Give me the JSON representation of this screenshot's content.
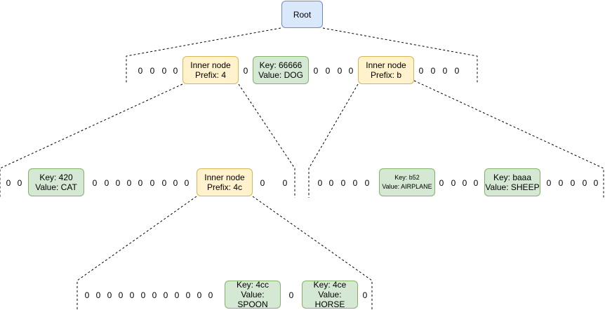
{
  "root": {
    "label": "Root"
  },
  "level1_left": {
    "zeros_left": [
      "0",
      "0",
      "0",
      "0"
    ],
    "inner": {
      "line1": "Inner node",
      "line2": "Prefix: 4"
    },
    "zero_mid": "0",
    "leaf": {
      "key": "Key: 66666",
      "value": "Value: DOG"
    },
    "zeros_right": [
      "0",
      "0",
      "0",
      "0"
    ]
  },
  "level1_right": {
    "inner": {
      "line1": "Inner node",
      "line2": "Prefix: b"
    },
    "zeros_right": [
      "0",
      "0",
      "0",
      "0"
    ]
  },
  "level2_left": {
    "zeros_a": [
      "0",
      "0"
    ],
    "leaf": {
      "key": "Key: 420",
      "value": "Value: CAT"
    },
    "zeros_b": [
      "0",
      "0",
      "0",
      "0",
      "0",
      "0",
      "0",
      "0",
      "0"
    ],
    "inner": {
      "line1": "Inner node",
      "line2": "Prefix: 4c"
    },
    "zeros_c": [
      "0",
      "0"
    ]
  },
  "level2_right": {
    "zeros_a": [
      "0",
      "0",
      "0",
      "0",
      "0"
    ],
    "leaf1": {
      "key": "Key: b52",
      "value": "Value: AIRPLANE"
    },
    "zeros_b": [
      "0",
      "0",
      "0",
      "0"
    ],
    "leaf2": {
      "key": "Key: baaa",
      "value": "Value: SHEEP"
    },
    "zeros_c": [
      "0",
      "0",
      "0",
      "0",
      "0"
    ]
  },
  "level3": {
    "zeros_a": [
      "0",
      "0",
      "0",
      "0",
      "0",
      "0",
      "0",
      "0",
      "0",
      "0",
      "0",
      "0",
      "0"
    ],
    "leaf1": {
      "key": "Key: 4cc",
      "value": "Value: SPOON"
    },
    "zero_mid": "0",
    "leaf2": {
      "key": "Key: 4ce",
      "value": "Value: HORSE"
    },
    "zero_end": "0"
  }
}
